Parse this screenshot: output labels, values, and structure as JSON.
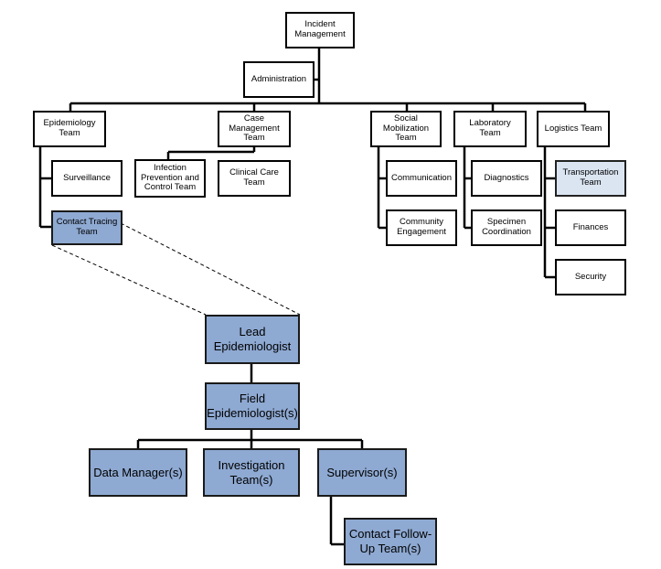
{
  "boxes": {
    "incident_management": "Incident\nManagement",
    "administration": "Administration",
    "epidemiology_team": "Epidemiology\nTeam",
    "case_management_team": "Case\nManagement\nTeam",
    "social_mobilization_team": "Social\nMobilization\nTeam",
    "laboratory_team": "Laboratory Team",
    "logistics_team": "Logistics Team",
    "surveillance": "Surveillance",
    "contact_tracing_team": "Contact Tracing\nTeam",
    "infection_prevention_control_team": "Infection\nPrevention and\nControl Team",
    "clinical_care_team": "Clinical Care\nTeam",
    "communication": "Communication",
    "community_engagement": "Community\nEngagement",
    "diagnostics": "Diagnostics",
    "specimen_coordination": "Specimen\nCoordination",
    "transportation_team": "Transportation\nTeam",
    "finances": "Finances",
    "security": "Security",
    "lead_epidemiologist": "Lead\nEpidemiologist",
    "field_epidemiologists": "Field\nEpidemiologist(s)",
    "data_managers": "Data Manager(s)",
    "investigation_team": "Investigation\nTeam(s)",
    "supervisors": "Supervisor(s)",
    "contact_follow_up_team": "Contact Follow-\nUp Team(s)"
  },
  "colors": {
    "highlight_fill": "#8ea9d2",
    "light_fill": "#dbe5f2",
    "line": "#000000"
  }
}
